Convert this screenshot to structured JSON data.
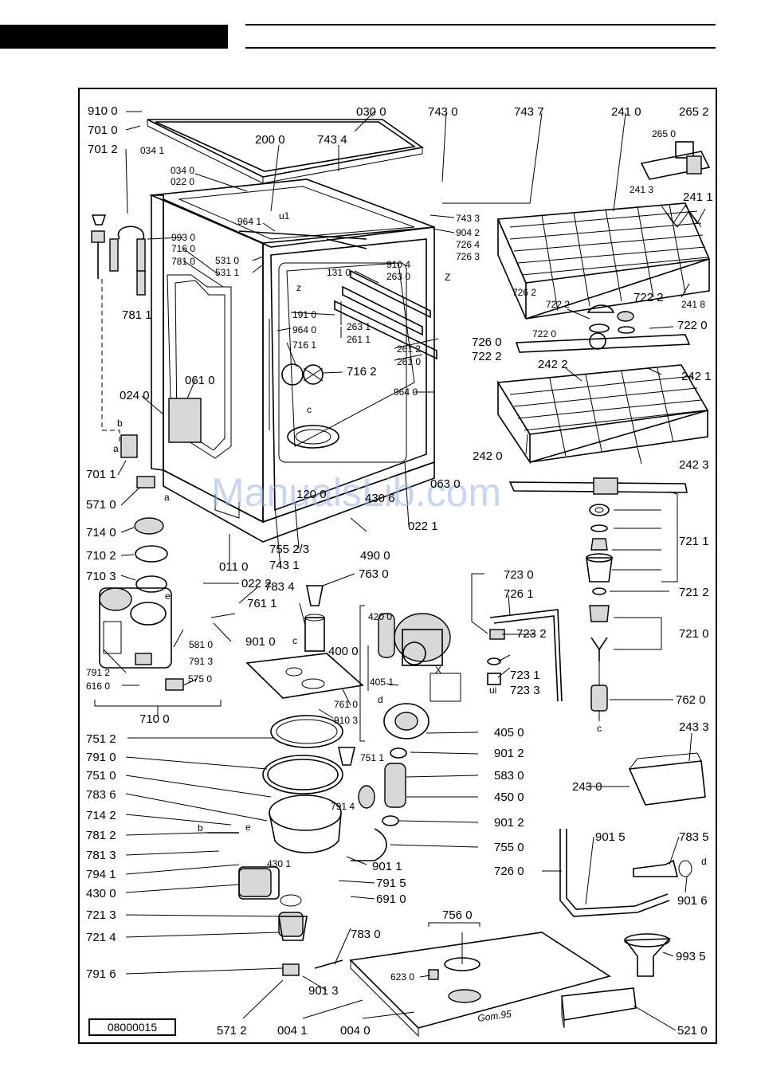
{
  "watermark": "ManualsLib.com",
  "doc_number": "08000015",
  "signature": "Gom.95",
  "point_letters": {
    "a1": "a",
    "b1": "b",
    "a2": "a",
    "c1": "c",
    "c2": "c",
    "c3": "c",
    "d1": "d",
    "d2": "d",
    "e1": "e",
    "e2": "e",
    "z1": "z",
    "z2": "Z",
    "x1": "X",
    "u1": "u1",
    "u2": "ui",
    "b2": "b"
  },
  "labels": {
    "l9100": "910 0",
    "l7010": "701 0",
    "l0341": "034 1",
    "l7012": "701 2",
    "l0300": "030 0",
    "l7430": "743 0",
    "l7437": "743 7",
    "l2410": "241 0",
    "l2652": "265 2",
    "l2000": "200 0",
    "l7434": "743 4",
    "l2650": "265 0",
    "l0340": "034 0",
    "l0220": "022 0",
    "l2413": "241 3",
    "l2411": "241 1",
    "l7433": "743 3",
    "l9042": "904 2",
    "l7264": "726 4",
    "l7263": "726 3",
    "l9641": "964 1",
    "l9930": "993 0",
    "l7160": "716 0",
    "l7810": "781 0",
    "l5310": "531 0",
    "l5311": "531 1",
    "l9104": "910 4",
    "l2630": "263 0",
    "l1310": "131 0",
    "l7262": "726 2",
    "l7222": "722 2",
    "l7222b": "722 2",
    "l2418": "241 8",
    "l7220": "722 0",
    "l7220b": "722 0",
    "l1910": "191 0",
    "l9640": "964 0",
    "l7811": "781 1",
    "l7161": "716 1",
    "l2631": "263 1",
    "l2611": "261 1",
    "l2612": "261 2",
    "l2610": "261 0",
    "l7260": "726 0",
    "l7222c": "722 2",
    "l7162": "716 2",
    "l0610": "061 0",
    "l9640b": "964 0",
    "l2422": "242 2",
    "l2421": "242 1",
    "l0240": "024 0",
    "l2420": "242 0",
    "l2423": "242 3",
    "l7011": "701 1",
    "l5710": "571 0",
    "l0630": "063 0",
    "l1200": "120 0",
    "l4306": "430 6",
    "l7140": "714 0",
    "l0221": "022 1",
    "l7211": "721 1",
    "l7102": "710 2",
    "l7552": "755 2/3",
    "l4900": "490 0",
    "l7103": "710 3",
    "l0110": "011 0",
    "l7431": "743 1",
    "l0222": "022 2",
    "l7634": "783 4",
    "l7630": "763 0",
    "l7212": "721 2",
    "l7230": "723 0",
    "l7261": "726 1",
    "l7611": "761 1",
    "l4200": "420 0",
    "l7232": "723 2",
    "l7210": "721 0",
    "l5810": "581 0",
    "l9010": "901 0",
    "l7913": "791 3",
    "l4000": "400 0",
    "l7231": "723 1",
    "l7233": "723 3",
    "l7912": "791 2",
    "l6160": "616 0",
    "l5750": "575 0",
    "l4051": "405 1",
    "l7620": "762 0",
    "l7610": "761 0",
    "l7100": "710 0",
    "l9103": "910 3",
    "l4050": "405 0",
    "l2433": "243 3",
    "l7512": "751 2",
    "l7511": "751 1",
    "l9012": "901 2",
    "l7910": "791 0",
    "l7510": "751 0",
    "l5830": "583 0",
    "l2430": "243 0",
    "l7836": "783 6",
    "l4500": "450 0",
    "l7914": "791 4",
    "l7142": "714 2",
    "l9012b": "901 2",
    "l7821": "781 2",
    "l7550": "755 0",
    "l9015": "901 5",
    "l7835": "783 5",
    "l7813": "781 3",
    "l4301": "430 1",
    "l9011": "901 1",
    "l7941": "794 1",
    "l7915": "791 5",
    "l7260b": "726 0",
    "l4300": "430 0",
    "l6910": "691 0",
    "l9016": "901 6",
    "l7213": "721 3",
    "l7560": "756 0",
    "l7214": "721 4",
    "l7830": "783 0",
    "l9935": "993 5",
    "l6230": "623 0",
    "l7916": "791 6",
    "l9013": "901 3",
    "l5712": "571 2",
    "l0041": "004 1",
    "l0040": "004 0",
    "l5210": "521 0"
  }
}
